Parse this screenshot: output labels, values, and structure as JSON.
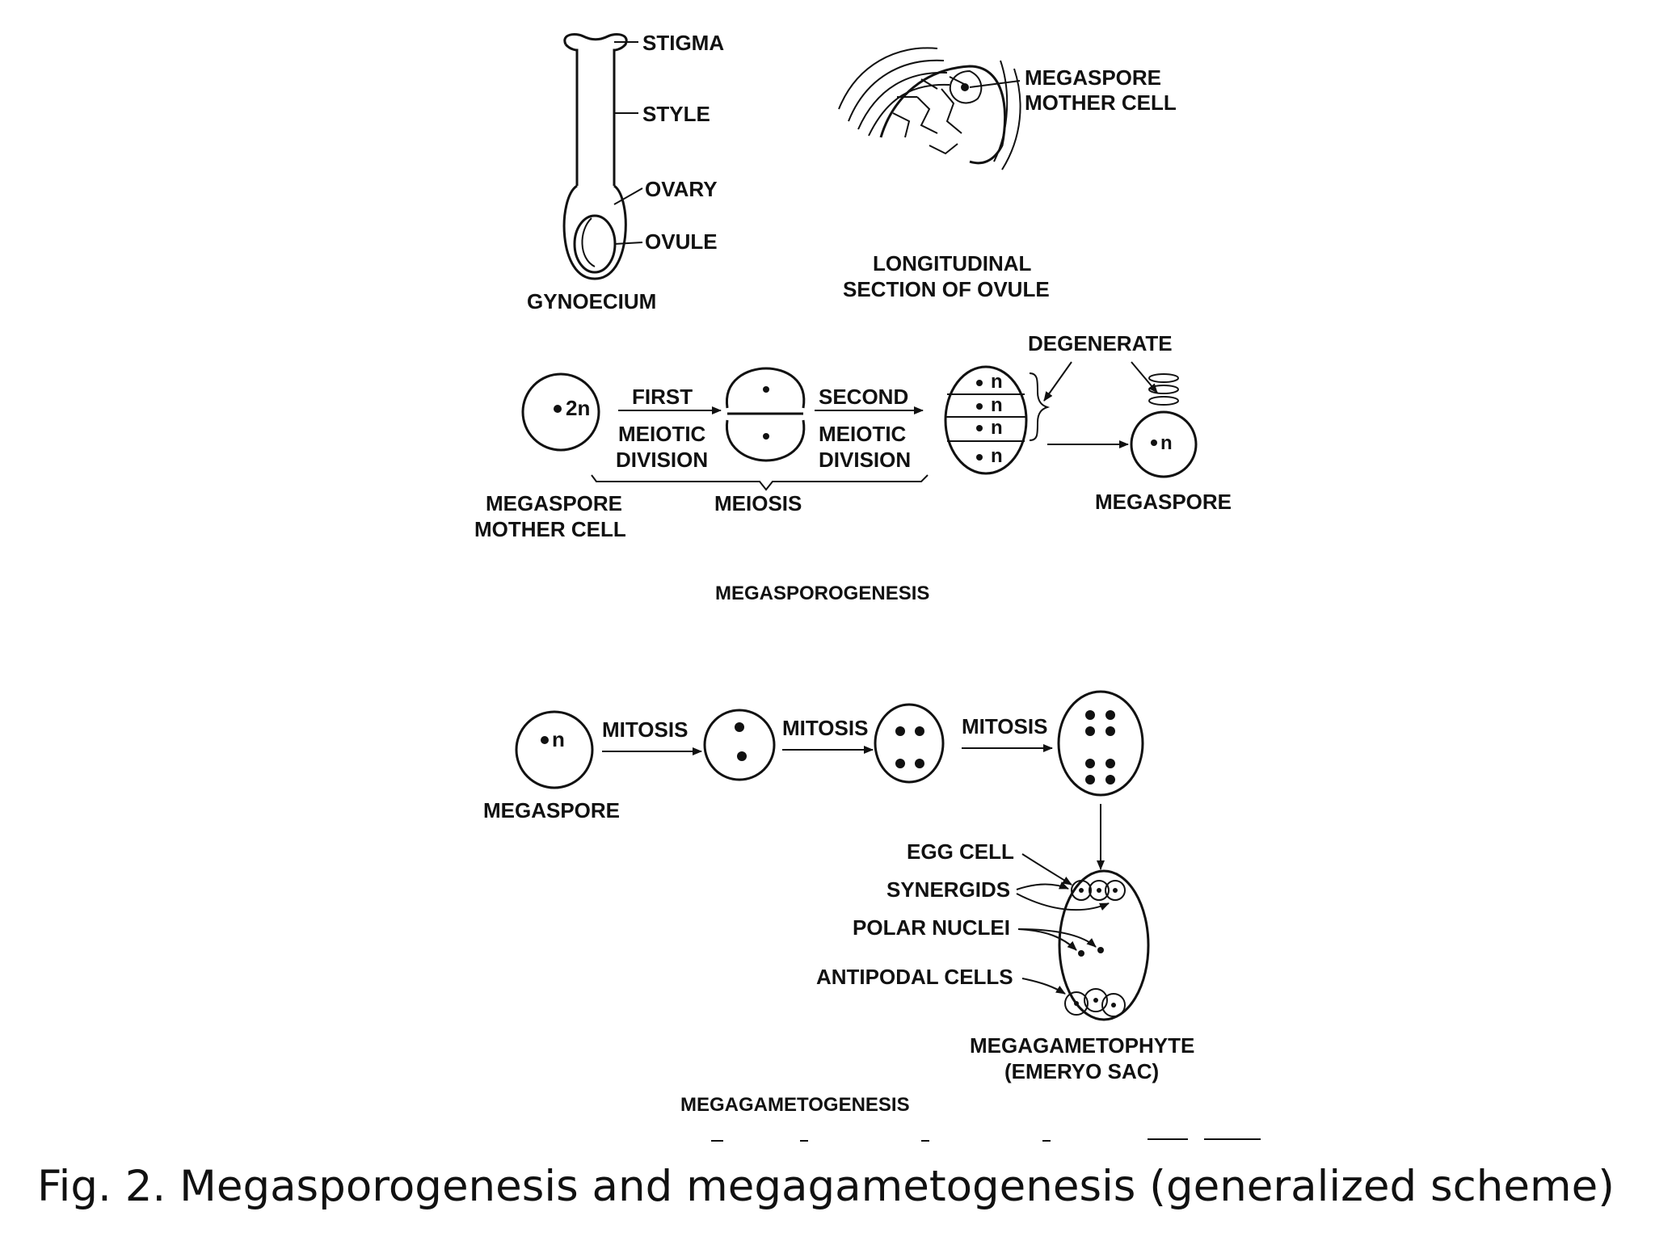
{
  "gynoecium": {
    "stigma": "STIGMA",
    "style": "STYLE",
    "ovary": "OVARY",
    "ovule": "OVULE",
    "title": "GYNOECIUM"
  },
  "ovule_section": {
    "mmc_line1": "MEGASPORE",
    "mmc_line2": "MOTHER CELL",
    "title_line1": "LONGITUDINAL",
    "title_line2": "SECTION OF OVULE"
  },
  "megasporogenesis": {
    "mother_cell_ploidy": "2n",
    "first_div_line1": "FIRST",
    "first_div_line2": "MEIOTIC",
    "first_div_line3": "DIVISION",
    "second_div_line1": "SECOND",
    "second_div_line2": "MEIOTIC",
    "second_div_line3": "DIVISION",
    "tetrad_ploidy": "n",
    "degenerate": "DEGENERATE",
    "megaspore_ploidy": "n",
    "mother_cell_line1": "MEGASPORE",
    "mother_cell_line2": "MOTHER CELL",
    "meiosis": "MEIOSIS",
    "megaspore": "MEGASPORE",
    "title": "MEGASPOROGENESIS"
  },
  "megagametogenesis": {
    "megaspore_ploidy": "n",
    "mitosis": "MITOSIS",
    "megaspore": "MEGASPORE",
    "egg_cell": "EGG CELL",
    "synergids": "SYNERGIDS",
    "polar_nuclei": "POLAR NUCLEI",
    "antipodal_cells": "ANTIPODAL CELLS",
    "megagametophyte_line1": "MEGAGAMETOPHYTE",
    "megagametophyte_line2": "(EMERYO SAC)",
    "title": "MEGAGAMETOGENESIS"
  },
  "caption": "Fig. 2. Megasporogenesis and megagametogenesis (generalized scheme)"
}
